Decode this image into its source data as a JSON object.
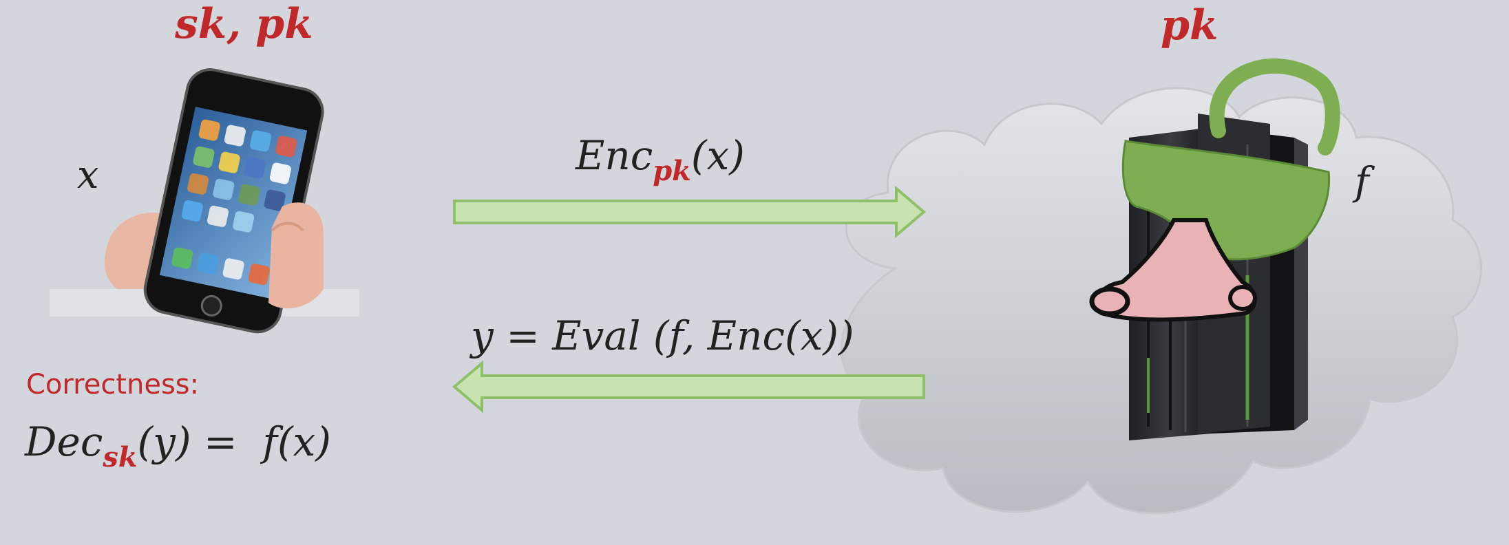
{
  "client": {
    "keys_label": "sk, pk",
    "input_var": "x",
    "device_icon": "smartphone-in-hand-icon"
  },
  "server": {
    "keys_label": "pk",
    "function_var": "f",
    "server_icon": "blindfolded-server-icon",
    "cloud_icon": "cloud-icon"
  },
  "messages": {
    "request": {
      "base": "Enc",
      "sub": "pk",
      "arg": "(x)"
    },
    "response": {
      "text": "y = Eval (f, Enc(x))"
    }
  },
  "correctness": {
    "label": "Correctness:",
    "eq_base": "Dec",
    "eq_sub": "sk",
    "eq_rest": "(y) =  f(x)"
  },
  "colors": {
    "background": "#d3d6dc",
    "accent_red": "#c0282a",
    "arrow_fill": "#c8e3b0",
    "arrow_stroke": "#8fbf6a",
    "blindfold": "#7fae52",
    "nose": "#e8b2b6",
    "server": "#2a2c30"
  }
}
